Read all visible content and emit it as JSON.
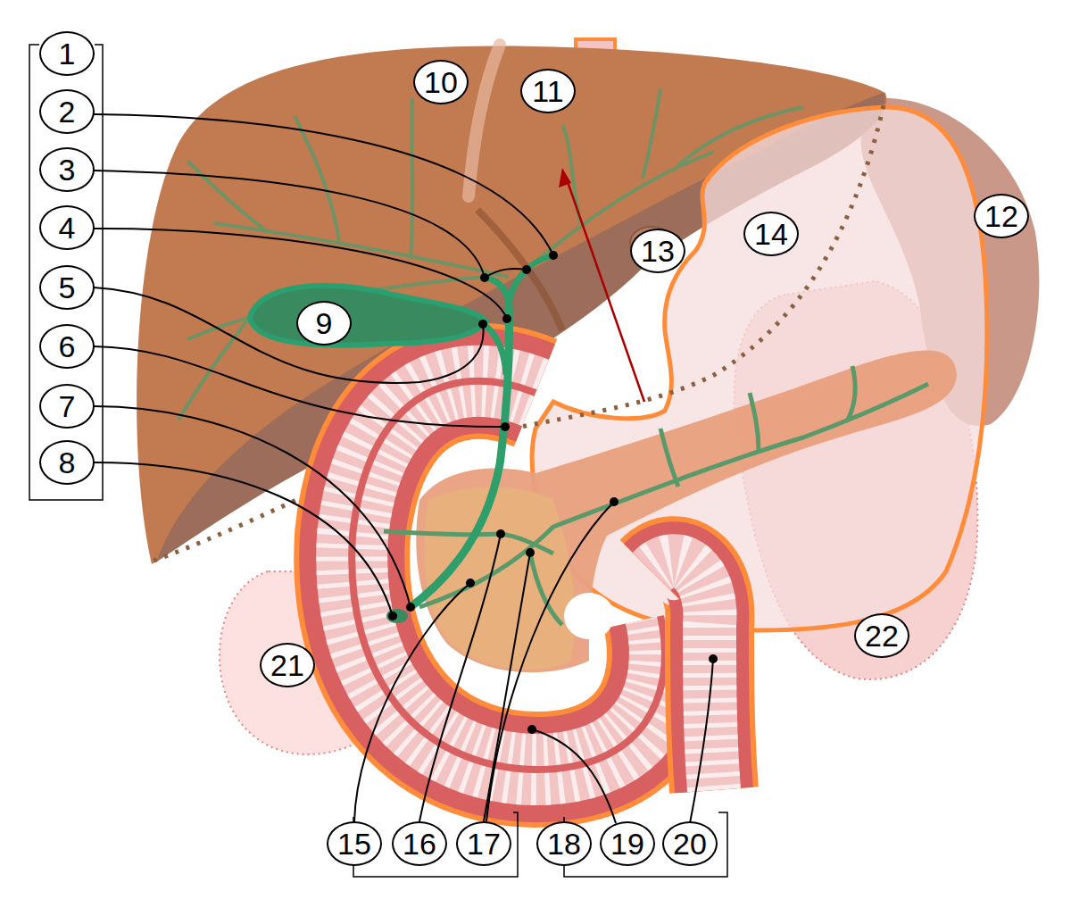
{
  "diagram": {
    "nodes": [
      {
        "text": [
          "1"
        ]
      },
      {
        "text": [
          "2"
        ]
      },
      {
        "text": [
          "3"
        ]
      },
      {
        "text": [
          "4"
        ]
      },
      {
        "text": [
          "5"
        ]
      },
      {
        "text": [
          "6"
        ]
      },
      {
        "text": [
          "7"
        ]
      },
      {
        "text": [
          "8"
        ]
      },
      {
        "text": [
          "9"
        ]
      },
      {
        "text": [
          "10"
        ]
      },
      {
        "text": [
          "11"
        ]
      },
      {
        "text": [
          "12"
        ]
      },
      {
        "text": [
          "13"
        ]
      },
      {
        "text": [
          "14"
        ]
      },
      {
        "text": [
          "15"
        ]
      },
      {
        "text": [
          "16"
        ]
      },
      {
        "text": [
          "17"
        ]
      },
      {
        "text": [
          "18"
        ]
      },
      {
        "text": [
          "19"
        ]
      },
      {
        "text": [
          "20"
        ]
      },
      {
        "text": [
          "21"
        ]
      },
      {
        "text": [
          "22"
        ]
      }
    ]
  }
}
